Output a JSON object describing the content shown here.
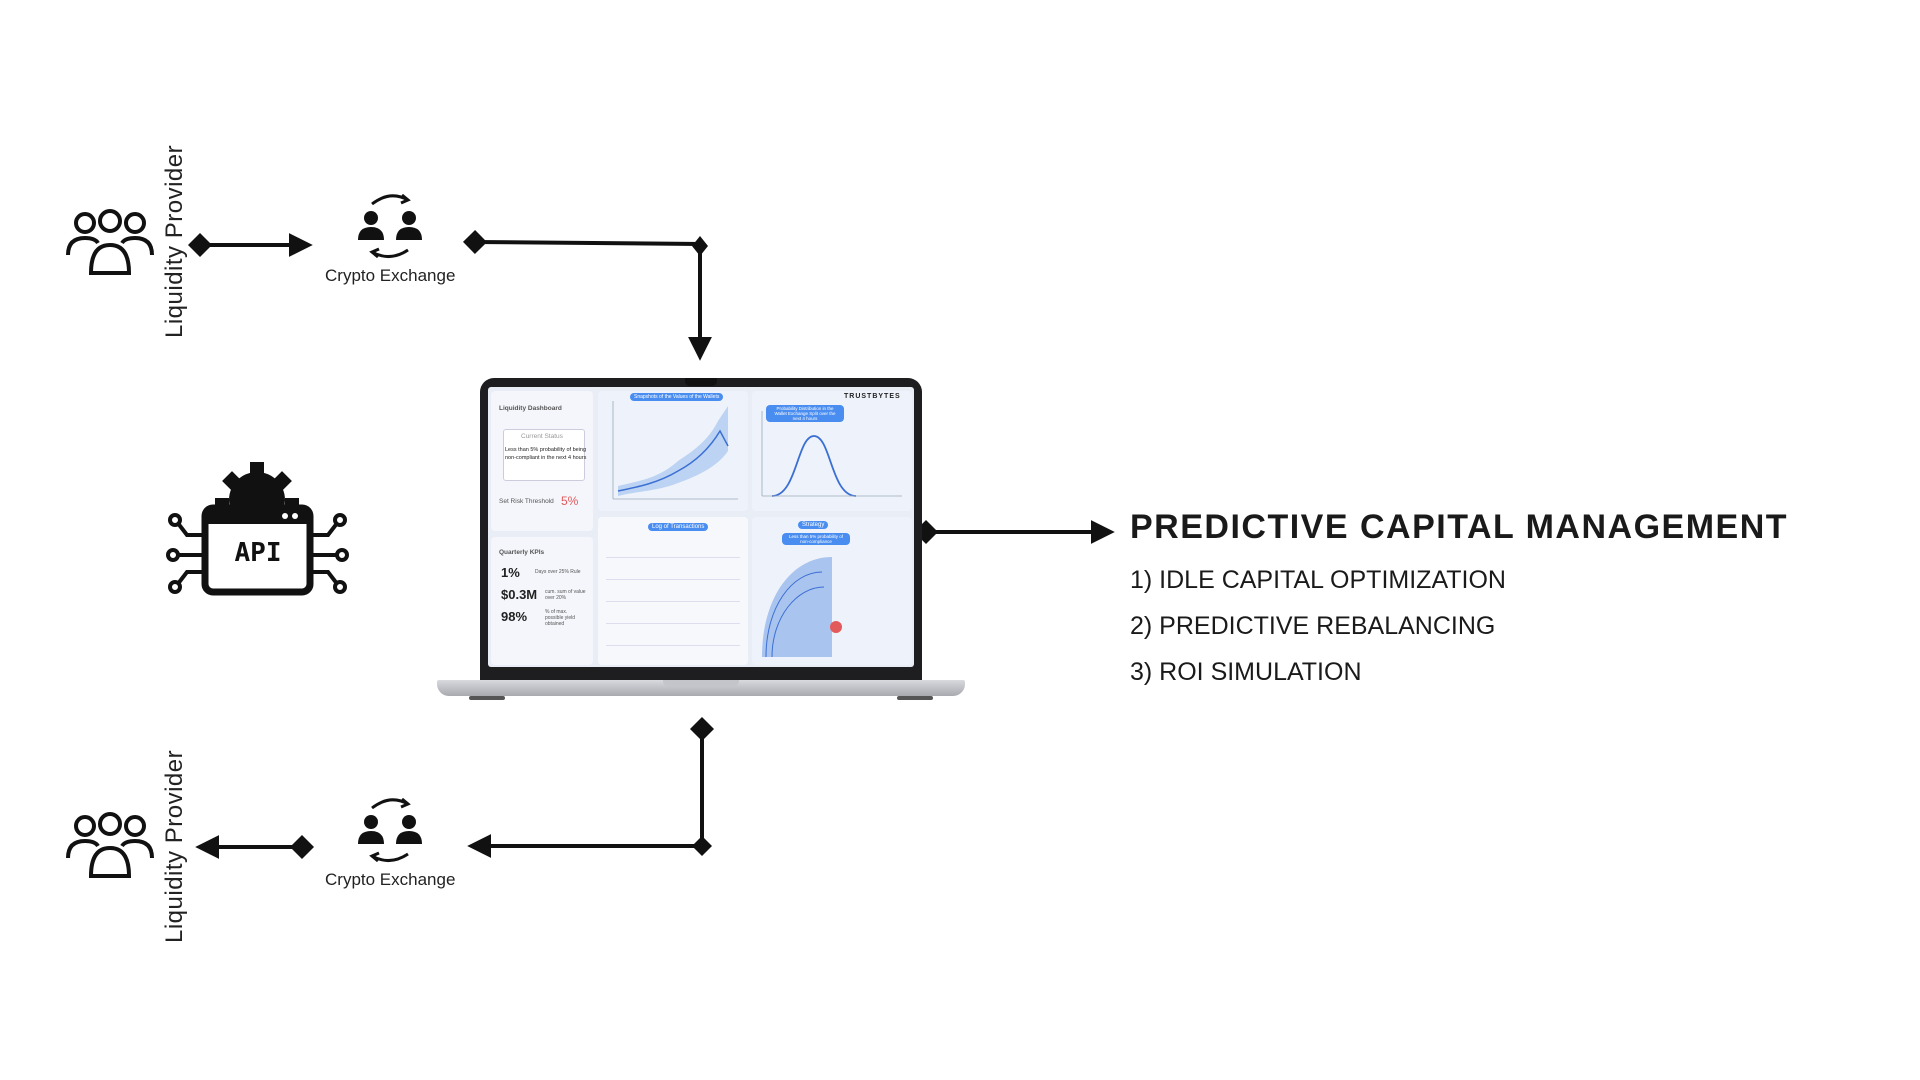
{
  "nodes": {
    "provider_top": "Liquidity Provider",
    "exchange_top": "Crypto Exchange",
    "provider_bottom": "Liquidity Provider",
    "exchange_bottom": "Crypto Exchange",
    "api_label": "API"
  },
  "dashboard": {
    "brand": "TRUSTBYTES",
    "panel_title": "Liquidity Dashboard",
    "current_status": "Current Status",
    "status_text_1": "Less than 5% probability of being",
    "status_text_2": "non-compliant in the next 4 hours",
    "threshold_label": "Set Risk Threshold",
    "threshold_value": "5%",
    "kpis_title": "Quarterly KPIs",
    "kpis": [
      {
        "value": "1%",
        "desc": "Days over 25% Rule"
      },
      {
        "value": "$0.3M",
        "desc": "cum. sum of value over 20%"
      },
      {
        "value": "98%",
        "desc": "% of max. possible yield obtained"
      }
    ],
    "chart1_pill": "Snapshots of the Values of the Wallets",
    "chart2_pill": "Probability Distribution in the Wallet Exchange Split over the next 4 hours",
    "log_pill": "Log of Transactions",
    "strategy_pill": "Strategy",
    "strategy_note": "Less than 5% probability of non-compliance"
  },
  "panel": {
    "title": "PREDICTIVE CAPITAL MANAGEMENT",
    "items": [
      "1) IDLE CAPITAL OPTIMIZATION",
      "2) PREDICTIVE REBALANCING",
      "3) ROI SIMULATION"
    ]
  }
}
